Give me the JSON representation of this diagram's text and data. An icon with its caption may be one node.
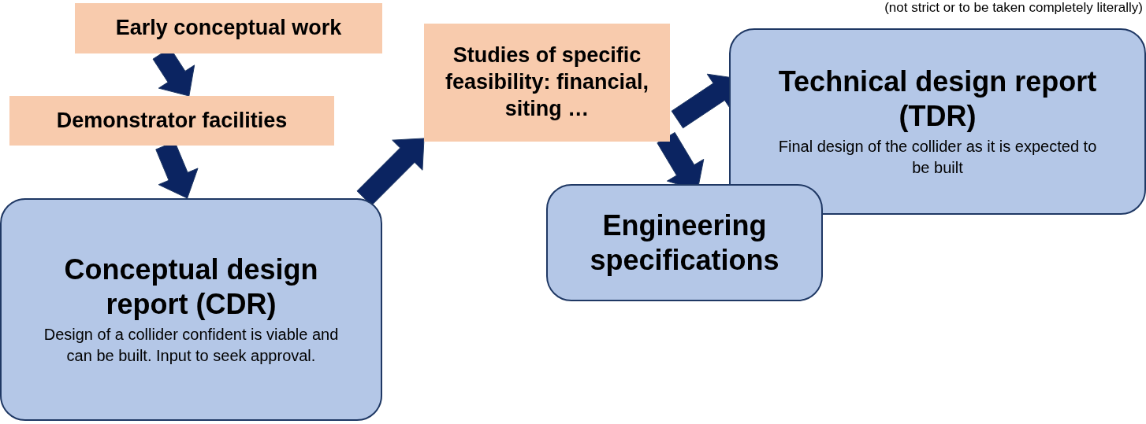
{
  "diagram": {
    "nodes": [
      {
        "text": [
          "Early conceptual work"
        ]
      },
      {
        "text": [
          "Demonstrator facilities"
        ]
      },
      {
        "text": [
          "Conceptual design report (CDR)",
          "Design of a collider confident is viable and can be built. Input to seek approval."
        ]
      },
      {
        "text": [
          "Studies of specific feasibility: financial, siting …"
        ]
      },
      {
        "text": [
          "Technical design report (TDR)",
          "Final design of the collider as it is expected to be built"
        ]
      },
      {
        "text": [
          "Engineering specifications"
        ]
      }
    ],
    "edges": [
      {
        "from": 0,
        "to": 1,
        "arrow": "to"
      },
      {
        "from": 1,
        "to": 2,
        "arrow": "to"
      },
      {
        "from": 2,
        "to": 3,
        "arrow": "to"
      },
      {
        "from": 3,
        "to": 4,
        "arrow": "to"
      },
      {
        "from": 3,
        "to": 5,
        "arrow": "to"
      }
    ],
    "labels": [
      "(not strict or to be taken completely literally)"
    ]
  }
}
